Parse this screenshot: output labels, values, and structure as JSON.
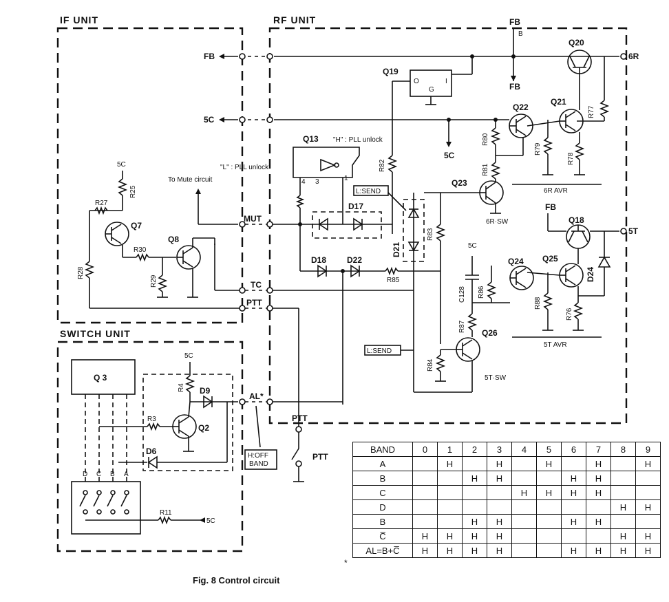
{
  "units": {
    "if": "IF UNIT",
    "rf": "RF UNIT",
    "sw": "SWITCH UNIT"
  },
  "caption": "Fig. 8  Control circuit",
  "labels": {
    "fb": "FB",
    "fb_b": "B",
    "c5": "5C",
    "r6": "6R",
    "t5": "5T",
    "mut": "MUT",
    "tc": "TC",
    "ptt": "PTT",
    "al": "AL*",
    "to_mute": "To Mute circuit",
    "h_unlock": "\"H\" : PLL unlock",
    "l_unlock": "\"L\" : PLL unlock",
    "lsend": "L:SEND",
    "hoff1": "H:OFF",
    "hoff2": "BAND",
    "r6avr": "6R AVR",
    "t5avr": "5T AVR",
    "r6sw": "6R·SW",
    "t5sw": "5T·SW",
    "q3": "Q 3",
    "pin_o": "O",
    "pin_i": "I",
    "pin_g": "G",
    "pin4": "4",
    "pin3": "3",
    "pin1": "1",
    "d": "D",
    "c": "C",
    "b": "B",
    "a": "A"
  },
  "components": {
    "q7": "Q7",
    "q8": "Q8",
    "q13": "Q13",
    "q19": "Q19",
    "q20": "Q20",
    "q21": "Q21",
    "q22": "Q22",
    "q23": "Q23",
    "q24": "Q24",
    "q25": "Q25",
    "q26": "Q26",
    "q18": "Q18",
    "q2": "Q2",
    "d17": "D17",
    "d18": "D18",
    "d22": "D22",
    "d21": "D21",
    "d24": "D24",
    "d9": "D9",
    "d6": "D6",
    "r25": "R25",
    "r27": "R27",
    "r28": "R28",
    "r29": "R29",
    "r30": "R30",
    "r82": "R82",
    "r80": "R80",
    "r79": "R79",
    "r81": "R81",
    "r78": "R78",
    "r77": "R77",
    "r83": "R83",
    "r85": "R85",
    "r86": "R86",
    "r88": "R88",
    "r76": "R76",
    "r87": "R87",
    "r84": "R84",
    "r4": "R4",
    "r3": "R3",
    "r11": "R11",
    "c128": "C128"
  },
  "band_table": {
    "header": [
      "BAND",
      "0",
      "1",
      "2",
      "3",
      "4",
      "5",
      "6",
      "7",
      "8",
      "9"
    ],
    "rows": [
      [
        "A",
        "",
        "H",
        "",
        "H",
        "",
        "H",
        "",
        "H",
        "",
        "H"
      ],
      [
        "B",
        "",
        "",
        "H",
        "H",
        "",
        "",
        "H",
        "H",
        "",
        ""
      ],
      [
        "C",
        "",
        "",
        "",
        "",
        "H",
        "H",
        "H",
        "H",
        "",
        ""
      ],
      [
        "D",
        "",
        "",
        "",
        "",
        "",
        "",
        "",
        "",
        "H",
        "H"
      ],
      [
        "B",
        "",
        "",
        "H",
        "H",
        "",
        "",
        "H",
        "H",
        "",
        ""
      ],
      [
        "C̅",
        "H",
        "H",
        "H",
        "H",
        "",
        "",
        "",
        "",
        "H",
        "H"
      ],
      [
        "AL=B+C̅",
        "H",
        "H",
        "H",
        "H",
        "",
        "",
        "H",
        "H",
        "H",
        "H"
      ]
    ],
    "star": "*"
  }
}
